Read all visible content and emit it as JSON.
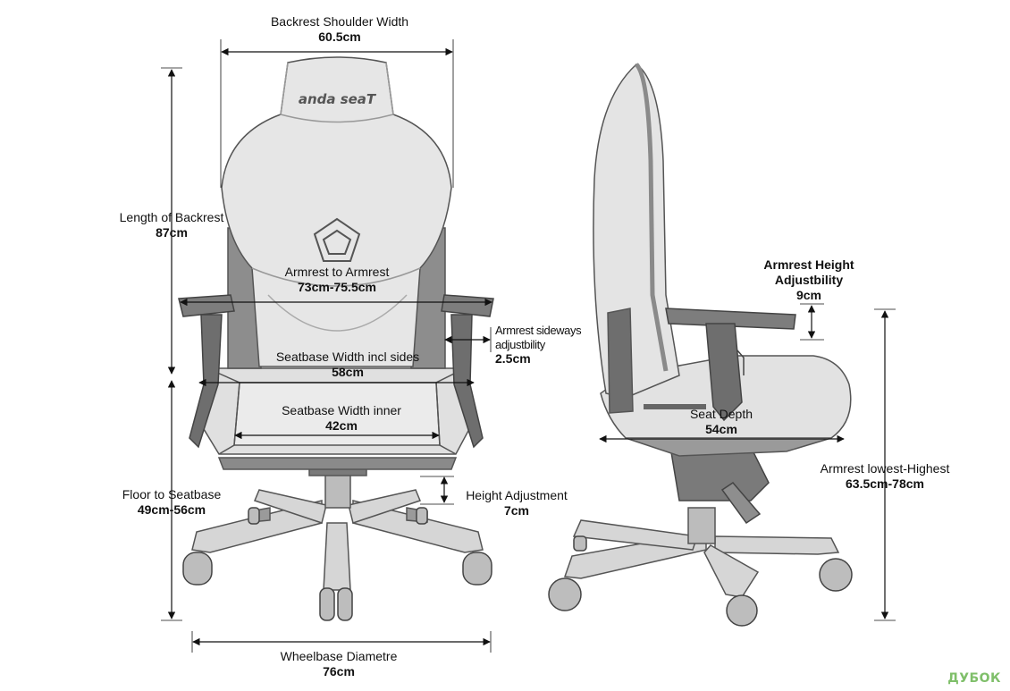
{
  "logo_text": "anda seaT",
  "brand": {
    "name": "ДУБОК",
    "color": "#7fbf6a"
  },
  "colors": {
    "chair_fill": "#e4e4e4",
    "chair_dark": "#6e6e6e",
    "chair_outline": "#555555",
    "dim_line": "#111111"
  },
  "dimensions": {
    "backrest_shoulder": {
      "label": "Backrest Shoulder Width",
      "value": "60.5cm"
    },
    "backrest_length": {
      "label": "Length of Backrest",
      "value": "87cm"
    },
    "armrest_to_armrest": {
      "label": "Armrest to Armrest",
      "value": "73cm-75.5cm"
    },
    "armrest_sideways": {
      "label_line1": "Armrest sideways",
      "label_line2": "adjustbility",
      "value": "2.5cm"
    },
    "seatbase_sides": {
      "label": "Seatbase Width incl sides",
      "value": "58cm"
    },
    "seatbase_inner": {
      "label": "Seatbase Width inner",
      "value": "42cm"
    },
    "floor_seatbase": {
      "label": "Floor to Seatbase",
      "value": "49cm-56cm"
    },
    "height_adjust": {
      "label": "Height Adjustment",
      "value": "7cm"
    },
    "wheelbase": {
      "label": "Wheelbase Diametre",
      "value": "76cm"
    },
    "armrest_height": {
      "label_line1": "Armrest Height",
      "label_line2": "Adjustbility",
      "value": "9cm"
    },
    "seat_depth": {
      "label": "Seat Depth",
      "value": "54cm"
    },
    "armrest_range": {
      "label": "Armrest lowest-Highest",
      "value": "63.5cm-78cm"
    }
  }
}
